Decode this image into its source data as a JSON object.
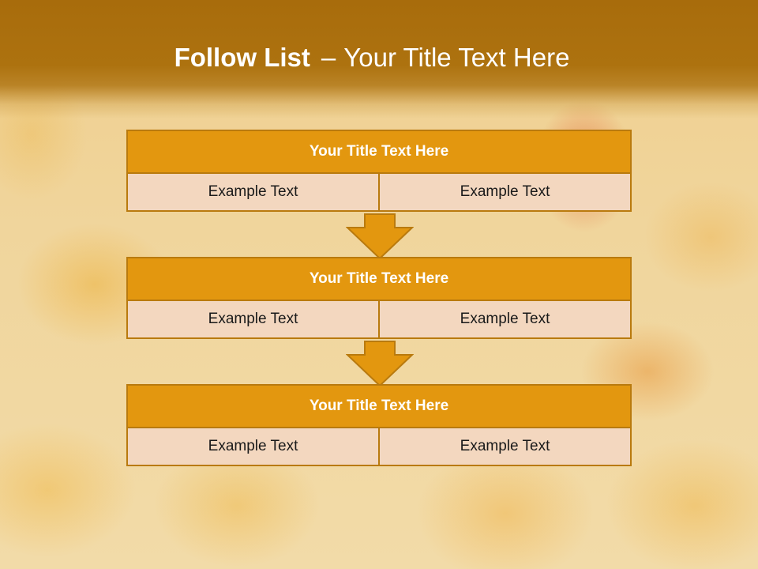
{
  "slide": {
    "title_bold": "Follow List",
    "title_dash": "–",
    "title_rest": "Your Title Text Here"
  },
  "blocks": [
    {
      "title": "Your Title Text Here",
      "left": "Example Text",
      "right": "Example Text"
    },
    {
      "title": "Your Title Text Here",
      "left": "Example Text",
      "right": "Example Text"
    },
    {
      "title": "Your Title Text Here",
      "left": "Example Text",
      "right": "Example Text"
    }
  ],
  "colors": {
    "header_bar": "#a86c0c",
    "box_fill": "#e3970f",
    "box_border": "#b97a0e",
    "row_fill": "#f3d7bf"
  },
  "icons": [
    "down-arrow-icon"
  ]
}
